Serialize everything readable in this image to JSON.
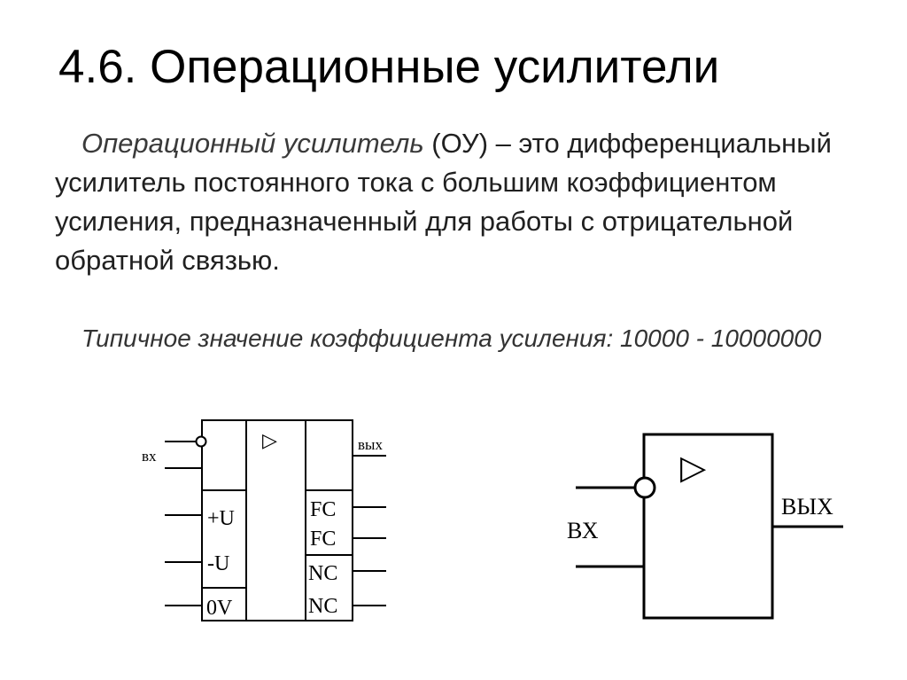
{
  "slide": {
    "title": "4.6. Операционные усилители",
    "definition": {
      "term": "Операционный усилитель",
      "rest": " (ОУ) – это дифференциальный усилитель постоянного тока с большим коэффициентом усиления, предназначенный для работы с отрицательной обратной связью."
    },
    "typical": "Типичное значение коэффициента усиления: 10000 - 10000000"
  },
  "schematic_left": {
    "in_label": "вх",
    "out_label": "вых",
    "symbol": "▷",
    "pins_left": [
      "+U",
      "-U",
      "0V"
    ],
    "pins_right": [
      "FC",
      "FC",
      "NC",
      "NC"
    ]
  },
  "schematic_right": {
    "in_label": "ВХ",
    "out_label": "ВЫХ",
    "symbol": "▷"
  }
}
